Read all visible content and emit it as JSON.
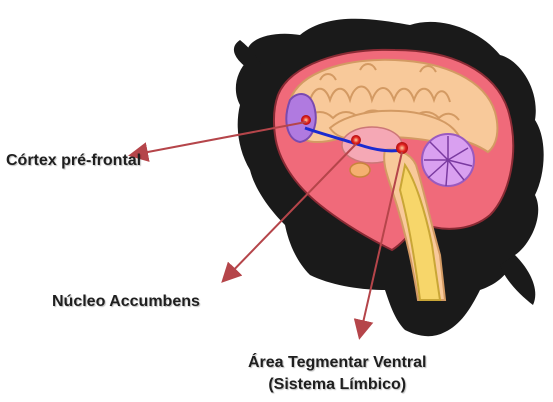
{
  "labels": {
    "cortex": "Córtex pré-frontal",
    "nucleo": "Núcleo Accumbens",
    "area_line1": "Área Tegmentar Ventral",
    "area_line2": "(Sistema Límbico)"
  },
  "colors": {
    "hair": "#1a1a1a",
    "skull_interior": "#f06a7a",
    "cortex": "#f8c99a",
    "cortex_outline": "#d39a63",
    "prefrontal_region": "#b07ae0",
    "cerebellum": "#d9a0f0",
    "pathway": "#1a2bd0",
    "marker": "#e0201f",
    "arrow": "#b5454a"
  }
}
